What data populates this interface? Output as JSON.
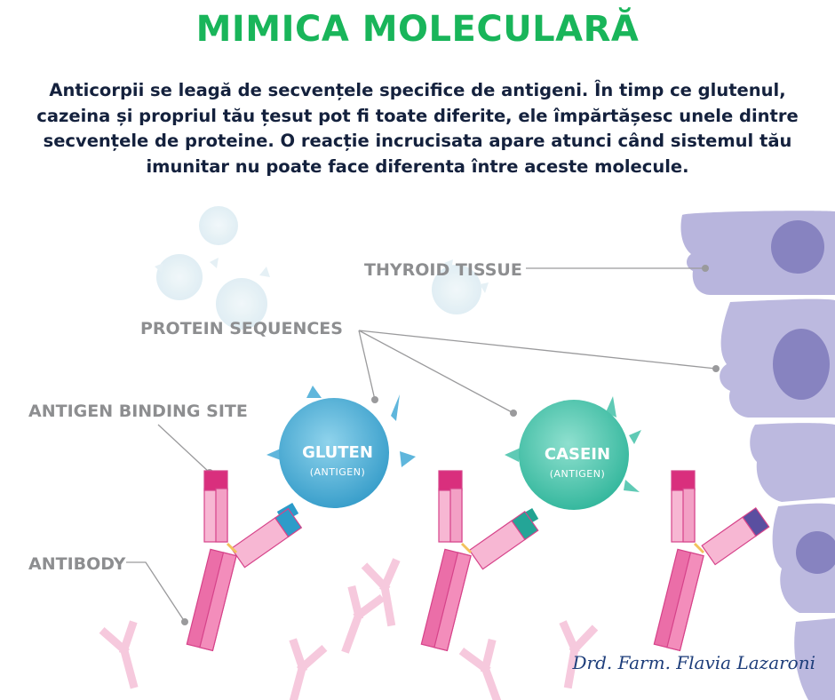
{
  "title": "MIMICA MOLECULARĂ",
  "description": "Anticorpii se leagă de secvențele specifice de antigeni. În timp ce glutenul, cazeina și propriul tău țesut pot fi toate diferite, ele împărtășesc unele dintre secvențele de proteine. O reacție incrucisata apare atunci când sistemul tău imunitar nu poate face diferenta  între aceste molecule.",
  "labels": {
    "thyroid_tissue": "THYROID TISSUE",
    "protein_sequences": "PROTEIN SEQUENCES",
    "antigen_binding_site": "ANTIGEN BINDING SITE",
    "antibody": "ANTIBODY"
  },
  "antigens": {
    "gluten": {
      "name": "GLUTEN",
      "sub": "(ANTIGEN)"
    },
    "casein": {
      "name": "CASEIN",
      "sub": "(ANTIGEN)"
    }
  },
  "signature": "Drd. Farm. Flavia Lazaroni",
  "colors": {
    "title": "#19b55a",
    "gluten": "#4aa9d1",
    "casein": "#42c2aa",
    "thyroid": "#b7b4dc",
    "antibody": "#e45b9b"
  }
}
